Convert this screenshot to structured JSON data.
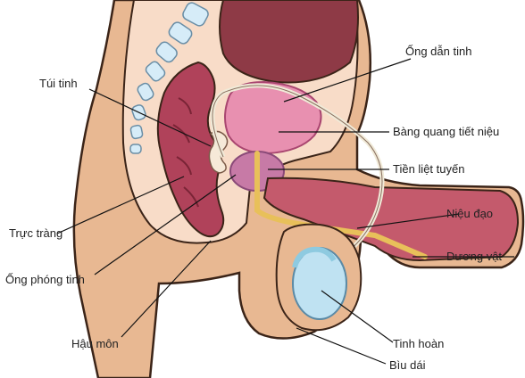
{
  "labels": {
    "ong_dan_tinh": "Ống dẫn tinh",
    "tui_tinh": "Túi tinh",
    "bang_quang": "Bàng quang tiết niệu",
    "tien_liet_tuyen": "Tiền liệt tuyến",
    "nieu_dao": "Niệu đạo",
    "truc_trang": "Trực tràng",
    "duong_vat": "Dương vật",
    "ong_phong_tinh": "Ống phóng tinh",
    "hau_mon": "Hậu môn",
    "tinh_hoan": "Tinh hoàn",
    "biu_dai": "Bìu dái"
  },
  "colors": {
    "skin": "#e8b892",
    "skin_dark": "#c98f68",
    "outline": "#3b2418",
    "rectum": "#b0425a",
    "bladder": "#e890b0",
    "prostate": "#c77aa6",
    "urethra": "#e8c05a",
    "testis": "#bfe2f2",
    "spine": "#d6ecf8",
    "cavity": "#f8dcc8",
    "label_line": "#111111"
  }
}
